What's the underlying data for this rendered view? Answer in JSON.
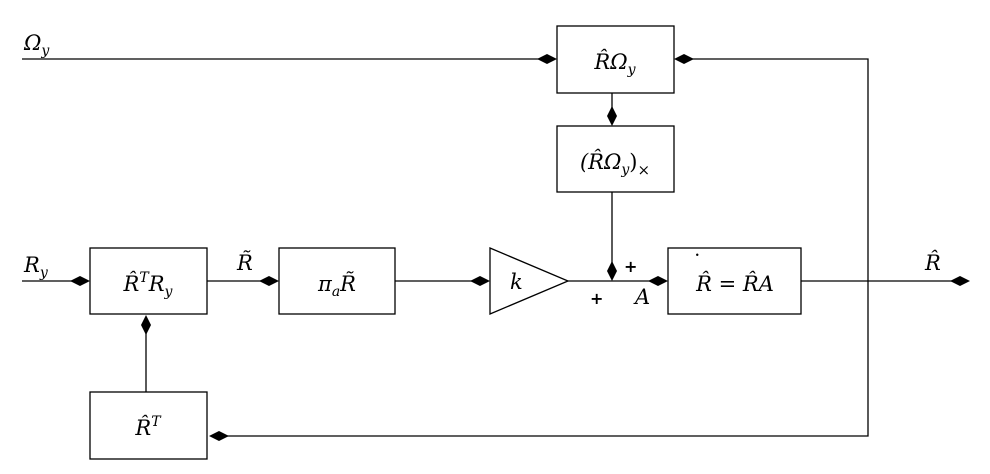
{
  "inputs": {
    "omega_y": {
      "base": "Ω",
      "sub": "y"
    },
    "r_y": {
      "base": "R",
      "sub": "y"
    }
  },
  "signals": {
    "r_tilde": "R̃",
    "r_hat_out": "R̂",
    "a": "A"
  },
  "blocks": {
    "rt_ry": {
      "part1": "R̂",
      "sup": "T",
      "part2": "R",
      "sub": "y"
    },
    "pi_a": {
      "part1": "π",
      "sub": "a",
      "part2": "R̃"
    },
    "gain": {
      "label": "k"
    },
    "r_omega": {
      "part1": "R̂Ω",
      "sub": "y"
    },
    "r_omega_x": {
      "open": "(R̂Ω",
      "sub": "y",
      "close": ")",
      "cross": "×"
    },
    "integrator": {
      "lhs_dot": "˙",
      "lhs": "R̂",
      "rhs": " = R̂A"
    },
    "rt": {
      "part1": "R̂",
      "sup": "T"
    }
  },
  "summing_junction": {
    "plus_top": "+",
    "plus_left": "+"
  }
}
